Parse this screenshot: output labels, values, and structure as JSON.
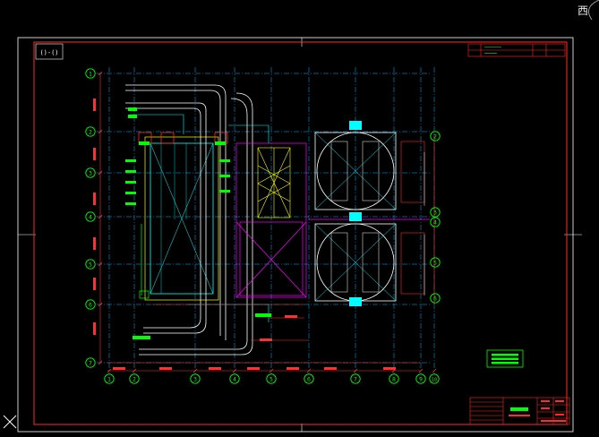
{
  "viewport": {
    "compass_label": "西",
    "background": "#000000"
  },
  "drawing": {
    "view_label": "()-()",
    "colors": {
      "frame": "#ff2a2a",
      "grid": "#00b8ff",
      "wall": "#ffffff",
      "cyan": "#00ffff",
      "green": "#00ff00",
      "magenta": "#ff00ff",
      "yellow": "#ffff00",
      "dim_red": "#ff3030"
    },
    "axis_markers_left": [
      {
        "label": "1"
      },
      {
        "label": "2"
      },
      {
        "label": "3"
      },
      {
        "label": "4"
      },
      {
        "label": "5"
      },
      {
        "label": "6"
      },
      {
        "label": "7"
      }
    ],
    "axis_markers_right": [
      {
        "label": "2"
      },
      {
        "label": "3"
      },
      {
        "label": "4"
      },
      {
        "label": "5"
      },
      {
        "label": "6"
      }
    ],
    "axis_markers_bottom": [
      {
        "label": "1"
      },
      {
        "label": "2"
      },
      {
        "label": "3"
      },
      {
        "label": "4"
      },
      {
        "label": "5"
      },
      {
        "label": "6"
      },
      {
        "label": "7"
      },
      {
        "label": "8"
      },
      {
        "label": "9"
      },
      {
        "label": "10"
      }
    ]
  }
}
